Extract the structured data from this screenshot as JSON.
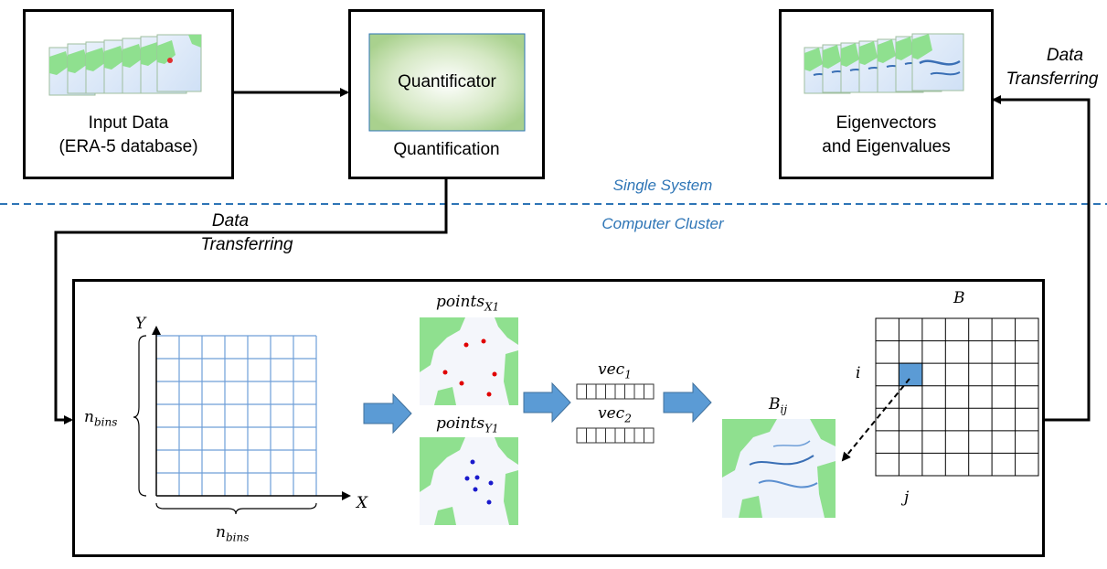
{
  "input_box": {
    "line1": "Input Data",
    "line2": "(ERA-5 database)"
  },
  "quant_box": {
    "inner_label": "Quantificator",
    "caption": "Quantification"
  },
  "eigen_box": {
    "line1": "Eigenvectors",
    "line2": "and Eigenvalues"
  },
  "transfer_left": {
    "line1": "Data",
    "line2": "Transferring"
  },
  "transfer_right": {
    "line1": "Data",
    "line2": "Transferring"
  },
  "zones": {
    "upper": "Single System",
    "lower": "Computer Cluster"
  },
  "grid_panel": {
    "y_axis": "Y",
    "x_axis": "X",
    "bins_base": "n",
    "bins_sub": "bins"
  },
  "points": {
    "x_base": "points",
    "x_sub": "X1",
    "y_base": "points",
    "y_sub": "Y1"
  },
  "vectors": {
    "v1_base": "vec",
    "v1_sub": "1",
    "v2_base": "vec",
    "v2_sub": "2"
  },
  "matrix": {
    "name": "B",
    "cell_base": "B",
    "cell_sub": "ij",
    "row_index": "i",
    "col_index": "j"
  },
  "colors": {
    "land": "#8fe08f",
    "sea": "#f4f6fb",
    "accent_blue": "#2e75b6",
    "arrow_fill": "#5b9bd5",
    "grid_line": "#6f9fd8",
    "red_point": "#e00000",
    "blue_point": "#1a1acc"
  }
}
